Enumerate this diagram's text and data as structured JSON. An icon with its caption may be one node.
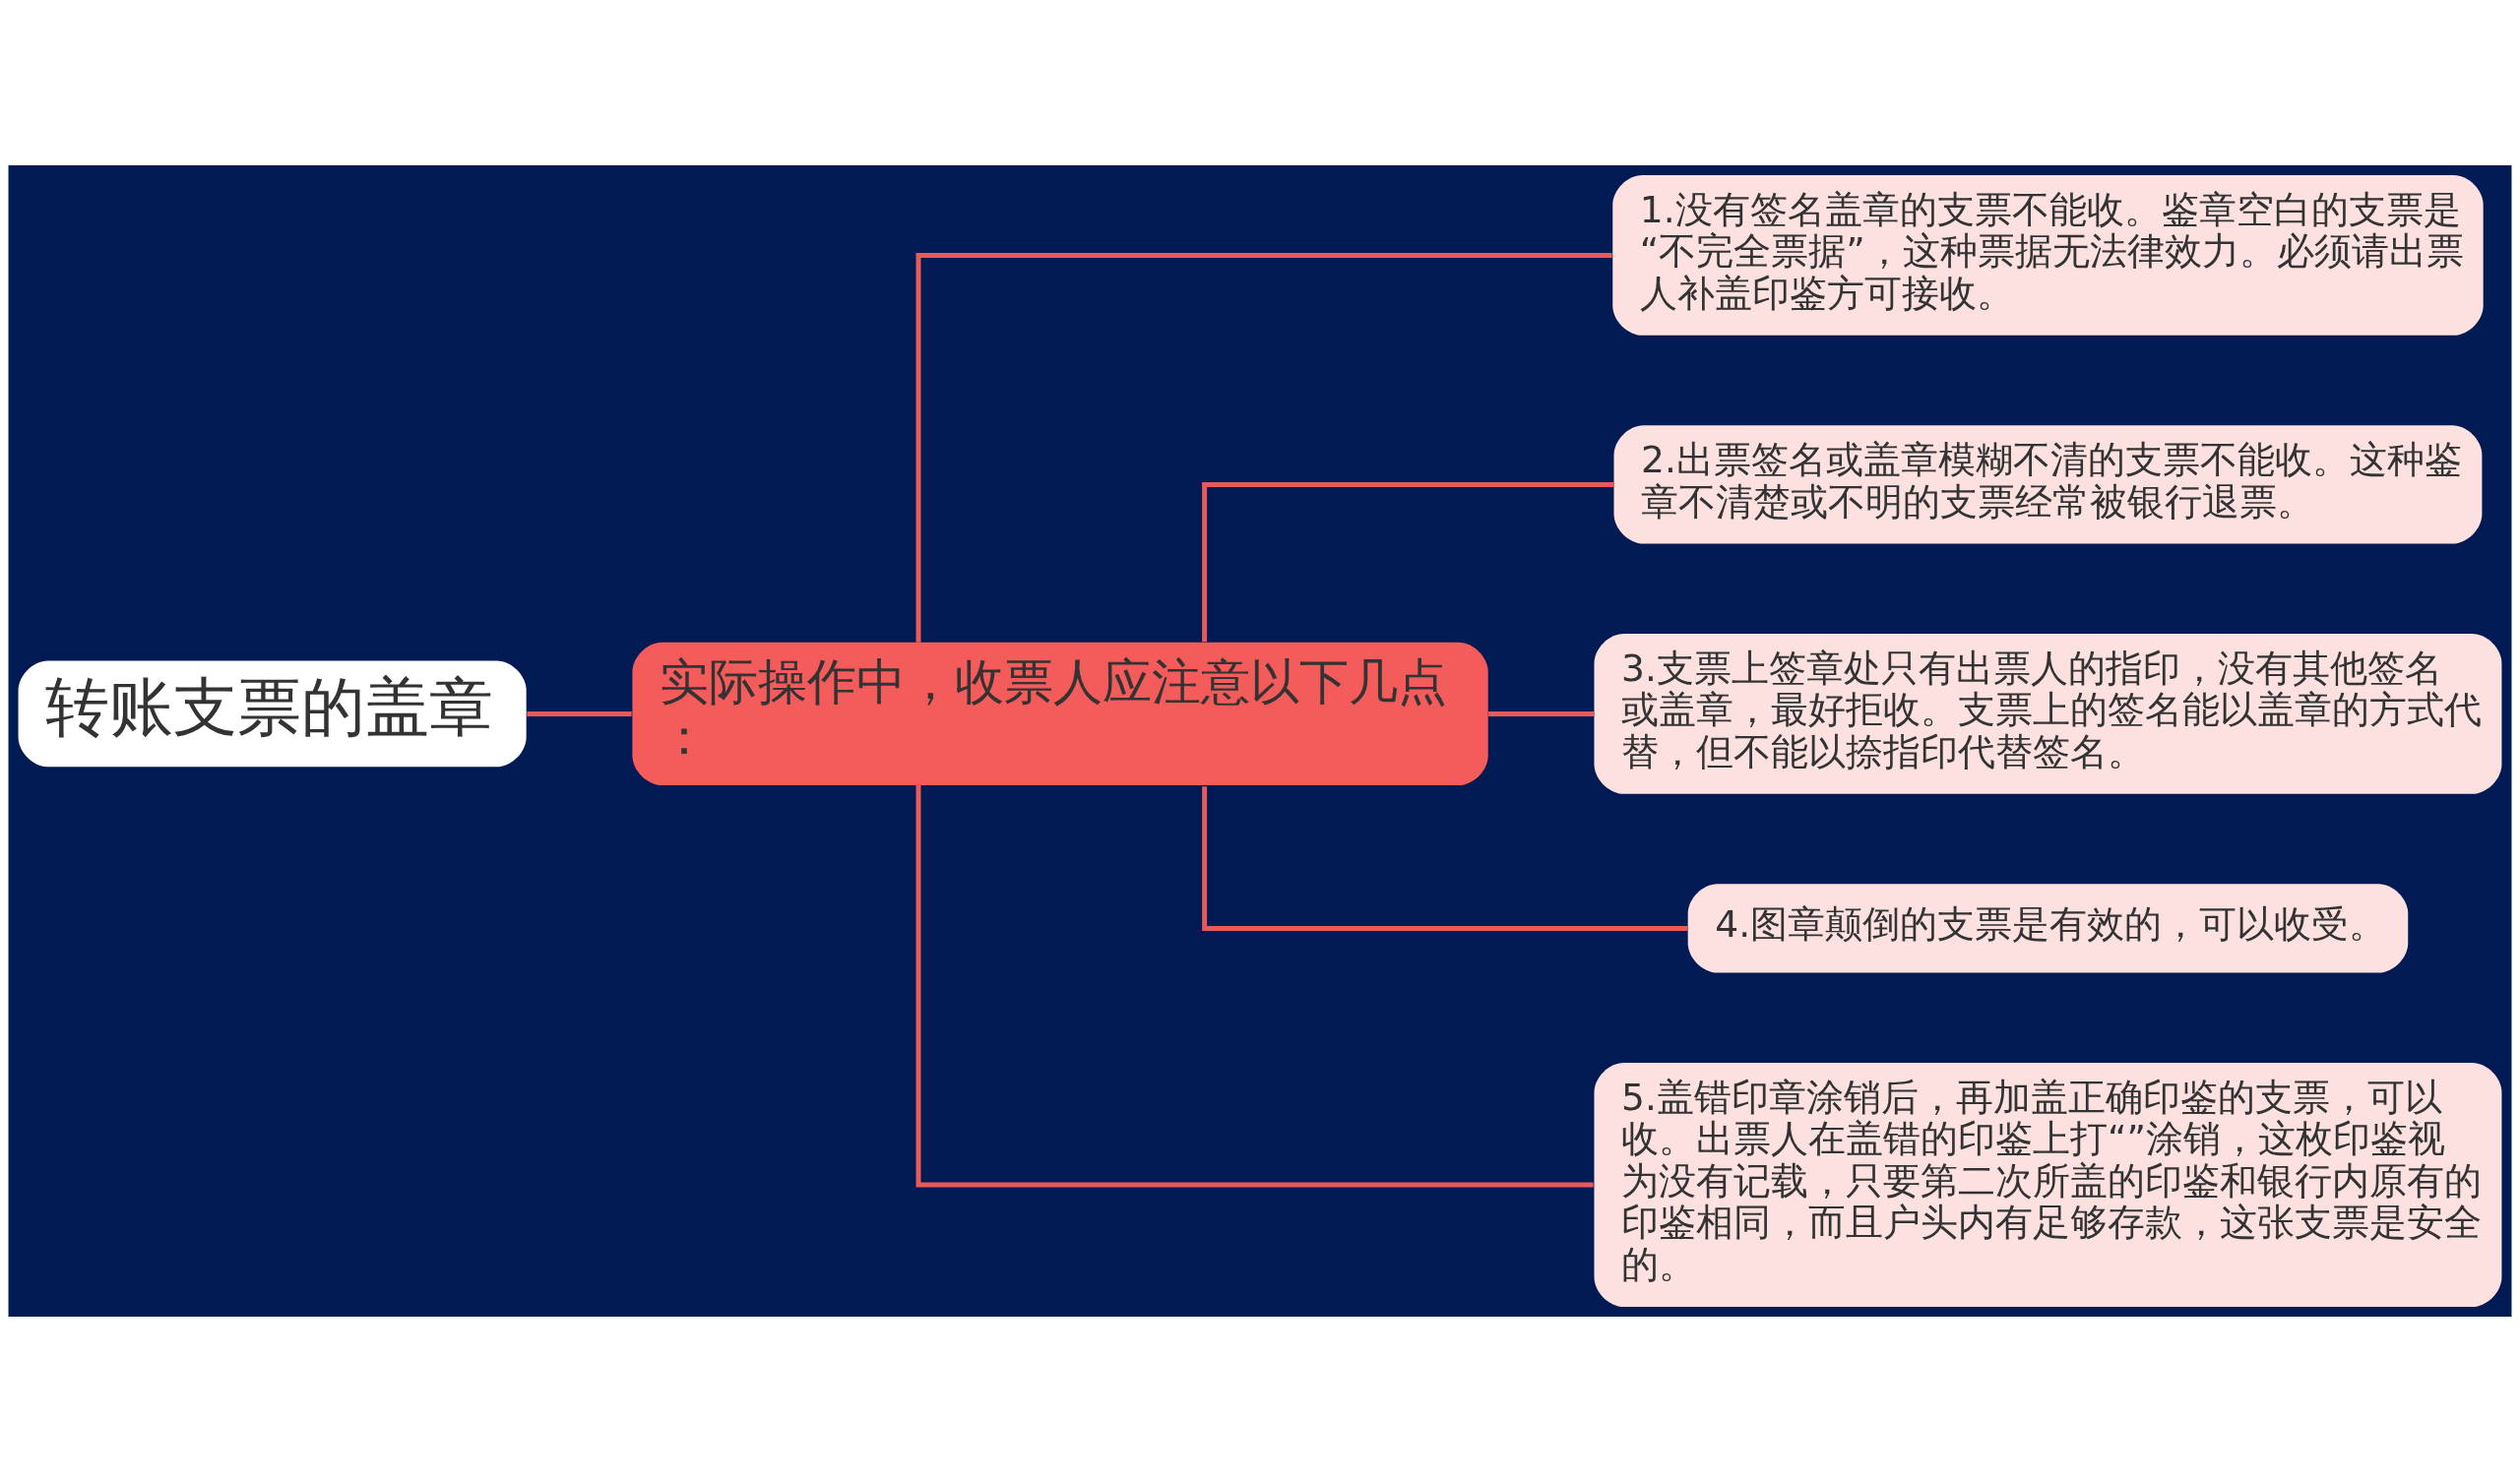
{
  "diagram": {
    "nodes": [
      {
        "text": [
          "转账支票的盖章"
        ]
      },
      {
        "text": [
          "实际操作中，收票人应注意以下几点："
        ]
      },
      {
        "text": [
          "1.没有签名盖章的支票不能收。鉴章空白的支票是“不完全票据”，这种票据无法律效力。必须请出票人补盖印鉴方可接收。"
        ]
      },
      {
        "text": [
          "2.出票签名或盖章模糊不清的支票不能收。这种鉴章不清楚或不明的支票经常被银行退票。"
        ]
      },
      {
        "text": [
          "3.支票上签章处只有出票人的指印，没有其他签名或盖章，最好拒收。支票上的签名能以盖章的方式代替，但不能以捺指印代替签名。"
        ]
      },
      {
        "text": [
          "4.图章颠倒的支票是有效的，可以收受。"
        ]
      },
      {
        "text": [
          "5.盖错印章涂销后，再加盖正确印鉴的支票，可以收。出票人在盖错的印鉴上打“”涂销，这枚印鉴视为没有记载，只要第二次所盖的印鉴和银行内原有的印鉴相同，而且户头内有足够存款，这张支票是安全的。"
        ]
      }
    ],
    "edges": [
      {
        "from": 0,
        "to": 1,
        "arrow": "none"
      },
      {
        "from": 1,
        "to": 2,
        "arrow": "none"
      },
      {
        "from": 1,
        "to": 3,
        "arrow": "none"
      },
      {
        "from": 1,
        "to": 4,
        "arrow": "none"
      },
      {
        "from": 1,
        "to": 5,
        "arrow": "none"
      },
      {
        "from": 1,
        "to": 6,
        "arrow": "none"
      }
    ]
  }
}
